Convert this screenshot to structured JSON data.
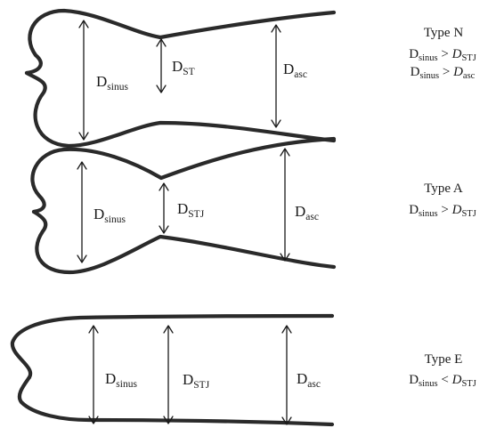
{
  "panels": [
    {
      "id": "type-n",
      "labels": {
        "sinus": {
          "main": "D",
          "sub": "sinus"
        },
        "stj": {
          "main": "D",
          "sub": "ST"
        },
        "asc": {
          "main": "D",
          "sub": "asc"
        }
      },
      "caption": {
        "title": "Type N",
        "rel1": {
          "l_main": "D",
          "l_sub": "sinus",
          "op": ">",
          "r_main": "D",
          "r_sub": "STJ"
        },
        "rel2": {
          "l_main": "D",
          "l_sub": "sinus",
          "op": ">",
          "r_main": "D",
          "r_sub": "asc"
        }
      }
    },
    {
      "id": "type-a",
      "labels": {
        "sinus": {
          "main": "D",
          "sub": "sinus"
        },
        "stj": {
          "main": "D",
          "sub": "STJ"
        },
        "asc": {
          "main": "D",
          "sub": "asc"
        }
      },
      "caption": {
        "title": "Type A",
        "rel1": {
          "l_main": "D",
          "l_sub": "sinus",
          "op": ">",
          "r_main": "D",
          "r_sub": "STJ"
        }
      }
    },
    {
      "id": "type-e",
      "labels": {
        "sinus": {
          "main": "D",
          "sub": "sinus"
        },
        "stj": {
          "main": "D",
          "sub": "STJ"
        },
        "asc": {
          "main": "D",
          "sub": "asc"
        }
      },
      "caption": {
        "title": "Type E",
        "rel1": {
          "l_main": "D",
          "l_sub": "sinus",
          "op": "<",
          "r_main": "D",
          "r_sub": "STJ"
        }
      }
    }
  ]
}
